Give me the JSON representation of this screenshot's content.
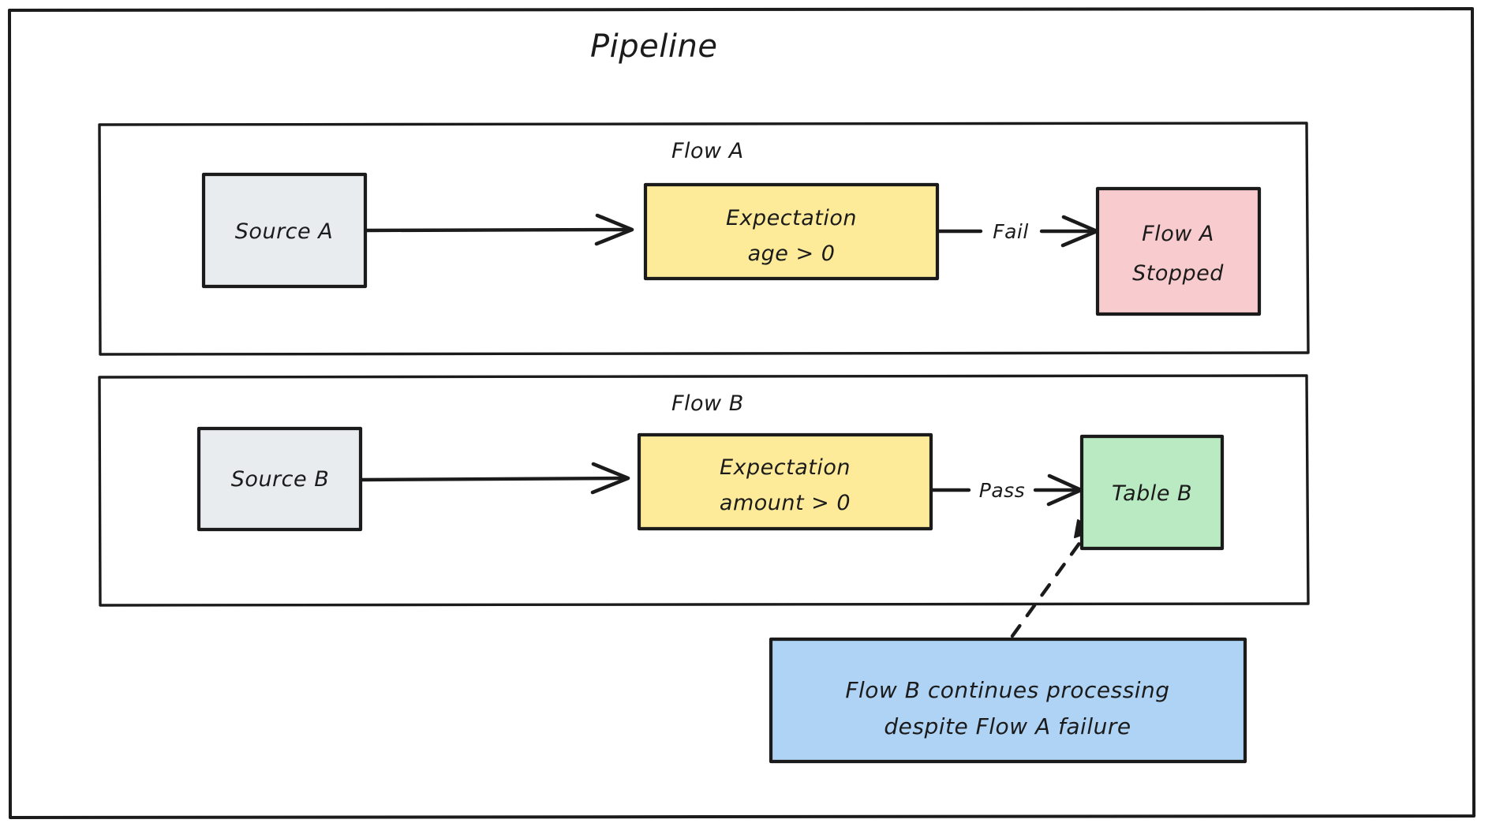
{
  "diagram": {
    "title": "Pipeline",
    "background": "#ffffff",
    "stroke_color": "#1b1b1b"
  },
  "flows": [
    {
      "label": "Flow A",
      "nodes": [
        {
          "id": "source-a",
          "text": "Source A",
          "fill": "#e8ecef"
        },
        {
          "id": "expectation-a",
          "line1": "Expectation",
          "line2": "age > 0",
          "fill": "#fdeb9a"
        },
        {
          "id": "flow-a-stopped",
          "line1": "Flow A",
          "line2": "Stopped",
          "fill": "#f8ccce"
        }
      ],
      "edges": [
        {
          "from": "source-a",
          "to": "expectation-a",
          "label": ""
        },
        {
          "from": "expectation-a",
          "to": "flow-a-stopped",
          "label": "Fail"
        }
      ]
    },
    {
      "label": "Flow B",
      "nodes": [
        {
          "id": "source-b",
          "text": "Source B",
          "fill": "#e8ecef"
        },
        {
          "id": "expectation-b",
          "line1": "Expectation",
          "line2": "amount > 0",
          "fill": "#fdeb9a"
        },
        {
          "id": "table-b",
          "text": "Table B",
          "fill": "#b9eac2"
        }
      ],
      "edges": [
        {
          "from": "source-b",
          "to": "expectation-b",
          "label": ""
        },
        {
          "from": "expectation-b",
          "to": "table-b",
          "label": "Pass"
        }
      ]
    }
  ],
  "note": {
    "id": "note-flow-b",
    "line1": "Flow B continues processing",
    "line2": "despite Flow A failure",
    "fill": "#aed3f5",
    "target": "table-b",
    "style": "dashed"
  }
}
